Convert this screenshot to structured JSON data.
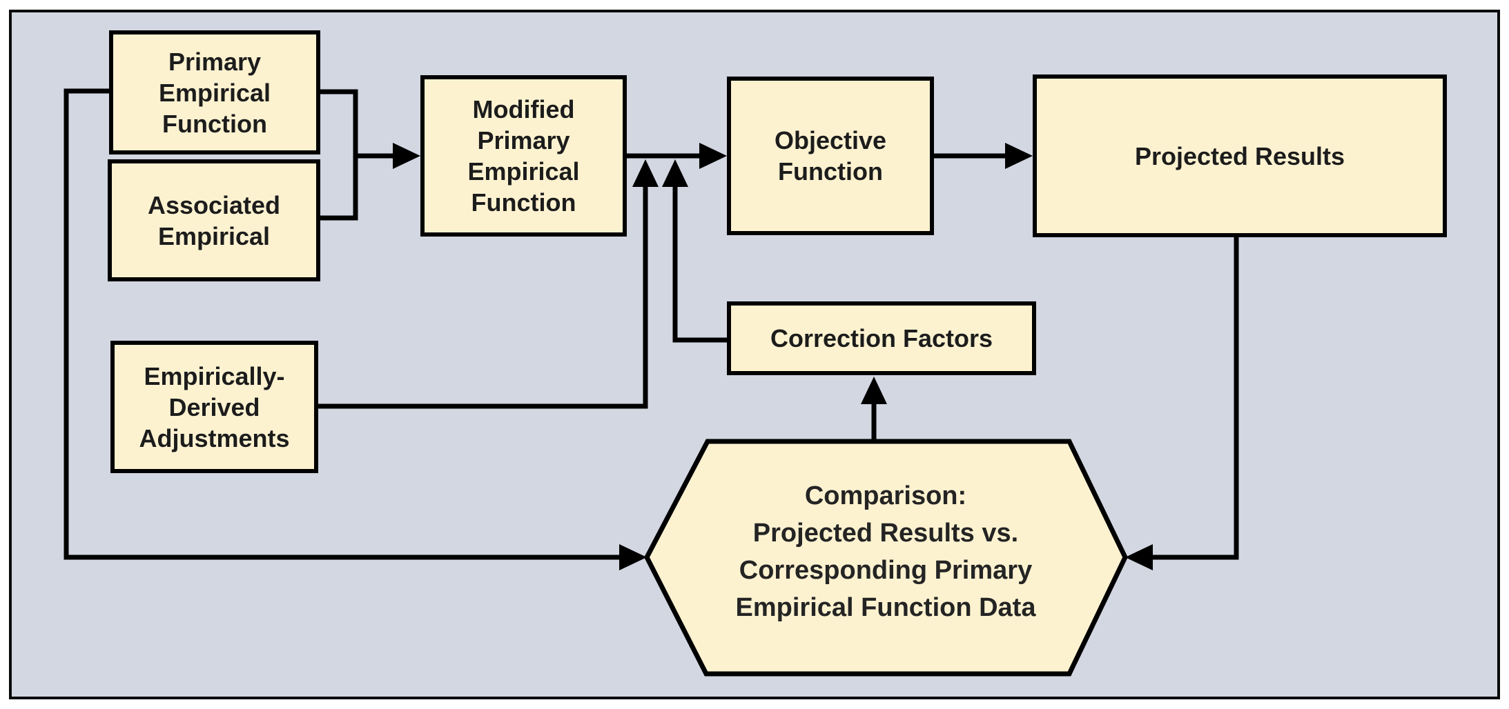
{
  "colors": {
    "canvas_background": "#d2d7e2",
    "node_fill": "#fdf2d0",
    "line_and_border": "#000000",
    "text": "#1c1c1c"
  },
  "nodes": {
    "primary": {
      "label": "Primary\nEmpirical\nFunction"
    },
    "associated": {
      "label": "Associated\nEmpirical"
    },
    "modified": {
      "label": "Modified\nPrimary\nEmpirical\nFunction"
    },
    "objective": {
      "label": "Objective\nFunction"
    },
    "projected": {
      "label": "Projected Results"
    },
    "correction": {
      "label": "Correction Factors"
    },
    "adjustments": {
      "label": "Empirically-\nDerived\nAdjustments"
    },
    "comparison": {
      "label": "Comparison:\nProjected Results vs.\nCorresponding Primary\nEmpirical Function Data"
    }
  }
}
